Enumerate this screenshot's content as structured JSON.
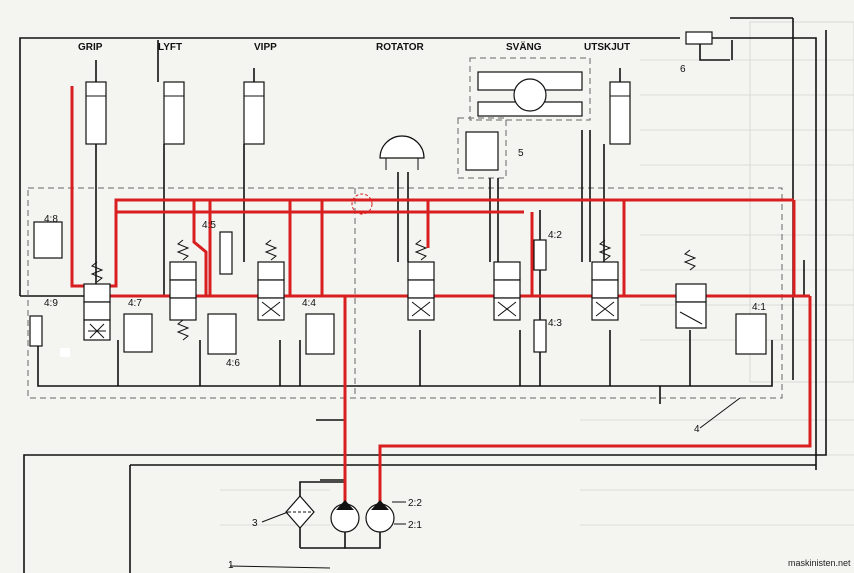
{
  "headers": [
    "GRIP",
    "LYFT",
    "VIPP",
    "ROTATOR",
    "SVÄNG",
    "UTSKJUT"
  ],
  "labels": {
    "l48": "4:8",
    "l45": "4:5",
    "l49": "4:9",
    "l47": "4:7",
    "l44": "4:4",
    "l46": "4:6",
    "l42": "4:2",
    "l43": "4:3",
    "l41": "4:1",
    "l5": "5",
    "l6": "6",
    "l4": "4",
    "l3": "3",
    "l22": "2:2",
    "l21": "2:1",
    "l1": "1"
  },
  "watermark": "maskinisten.net",
  "colors": {
    "pressure_line": "#d81e1e",
    "line": "#111111",
    "background": "#f4f4f1"
  }
}
